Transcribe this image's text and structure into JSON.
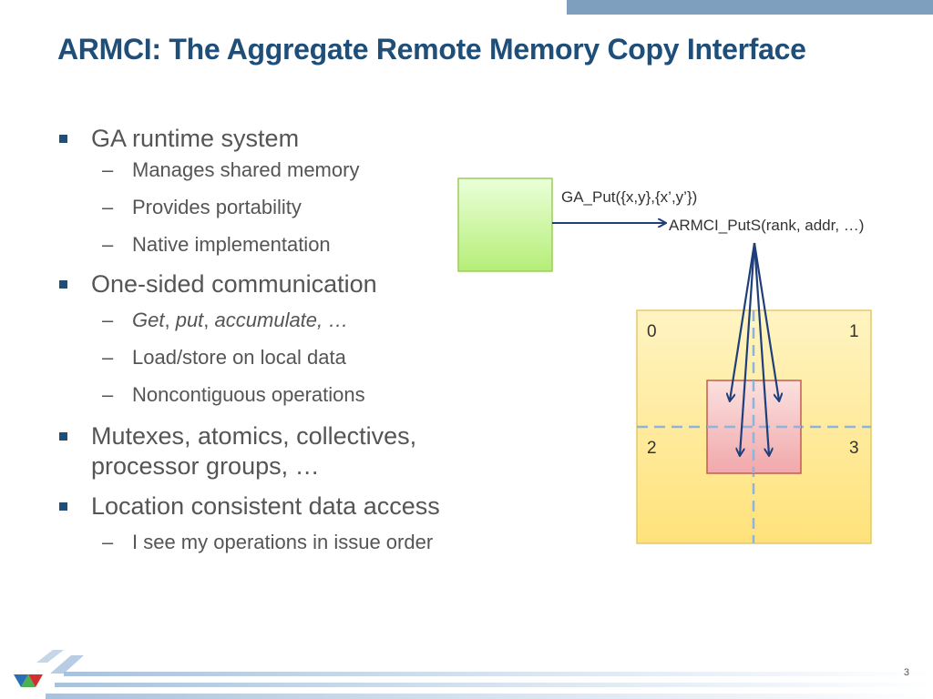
{
  "slide": {
    "title": "ARMCI: The Aggregate Remote Memory Copy Interface",
    "page_number": "3"
  },
  "bullets": [
    {
      "text": "GA runtime system",
      "sub": [
        "Manages shared memory",
        "Provides portability",
        "Native implementation"
      ]
    },
    {
      "text": "One-sided communication",
      "sub_italic": {
        "get": "Get",
        "sep1": ", ",
        "put": "put",
        "sep2": ", ",
        "acc": "accumulate, …"
      },
      "sub": [
        "Load/store on local data",
        "Noncontiguous operations"
      ]
    },
    {
      "text_line1": "Mutexes, atomics, collectives,",
      "text_line2": "processor groups, …"
    },
    {
      "text": "Location consistent data access",
      "sub": [
        "I see my operations in issue order"
      ]
    }
  ],
  "diagram": {
    "ga_call": "GA_Put({x,y},{x’,y’})",
    "armci_call": "ARMCI_PutS(rank, addr, …)",
    "quadrants": [
      "0",
      "1",
      "2",
      "3"
    ],
    "colors": {
      "green_box": "#c7f59a",
      "green_border": "#9ccc5c",
      "yellow_box": "#ffe98a",
      "yellow_border": "#e5c86a",
      "red_box": "#f4b8c0",
      "red_border": "#c0504d",
      "arrow": "#1f3f7a",
      "dashed": "#8fb4dc"
    }
  }
}
